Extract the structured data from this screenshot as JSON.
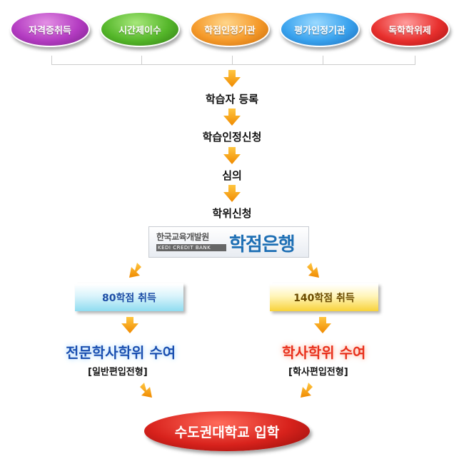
{
  "top_categories": [
    {
      "label": "자격증취득"
    },
    {
      "label": "시간제이수"
    },
    {
      "label": "학점인정기관"
    },
    {
      "label": "평가인정기관"
    },
    {
      "label": "독학학위제"
    }
  ],
  "steps": [
    {
      "label": "학습자 등록"
    },
    {
      "label": "학습인정신청"
    },
    {
      "label": "심의"
    },
    {
      "label": "학위신청"
    }
  ],
  "credit_bank": {
    "org_korean": "한국교육개발원",
    "org_english": "KEDI CREDIT BANK",
    "name": "학점은행"
  },
  "branches": {
    "left": {
      "credits": "80학점 취득",
      "degree": "전문학사학위 수여",
      "track": "[일반편입전형]"
    },
    "right": {
      "credits": "140학점 취득",
      "degree": "학사학위 수여",
      "track": "[학사편입전형]"
    }
  },
  "final": {
    "label": "수도권대학교 입학"
  },
  "colors": {
    "arrow": "#f5a000",
    "pill_purple": "#b43cc2",
    "pill_green": "#55b72a",
    "pill_orange": "#f59a2a",
    "pill_blue": "#3aa3ee",
    "pill_red": "#e8302e",
    "degree_left": "#1a4fb0",
    "degree_right": "#e8301c",
    "final": "#d8221c"
  }
}
